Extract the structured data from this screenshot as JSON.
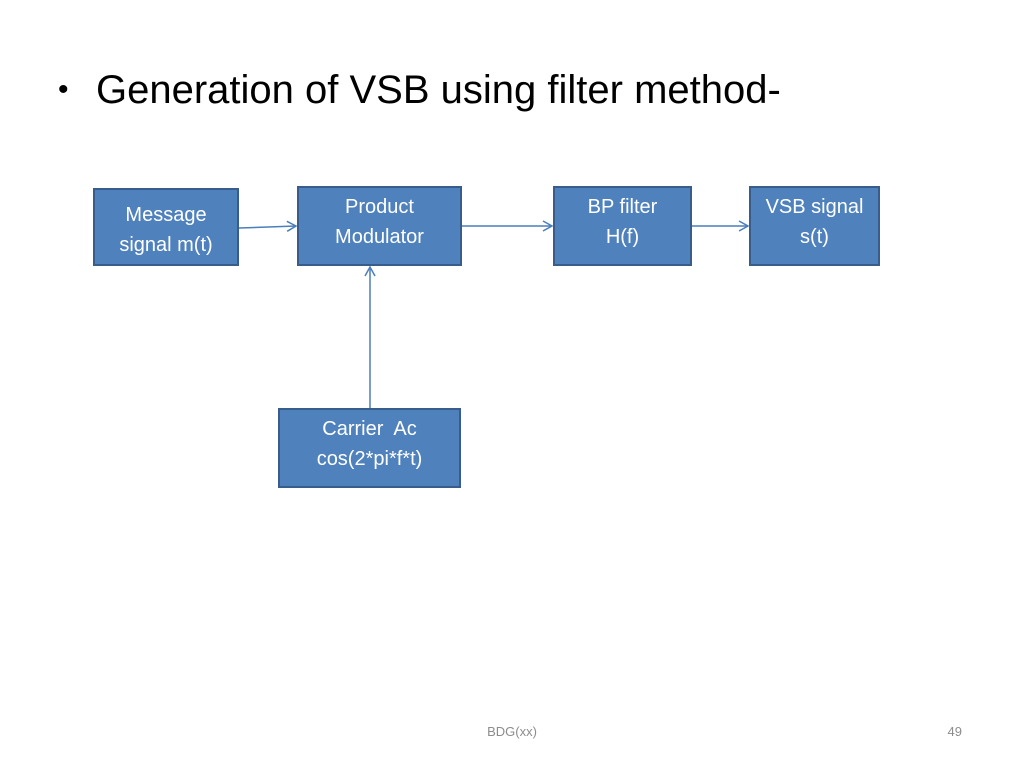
{
  "slide": {
    "bullet": "•",
    "title": "Generation of VSB using filter method-"
  },
  "diagram": {
    "message": {
      "line1": "Message",
      "line2": "signal m(t)"
    },
    "product": {
      "line1": "Product",
      "line2": "Modulator"
    },
    "bp_filter": {
      "line1": "BP filter",
      "line2": "H(f)"
    },
    "vsb": {
      "line1": "VSB signal",
      "line2": "s(t)"
    },
    "carrier": {
      "line1": "Carrier  Ac",
      "line2": "cos(2*pi*f*t)"
    }
  },
  "footer": {
    "center": "BDG(xx)",
    "page_number": "49"
  },
  "colors": {
    "box_fill": "#4f81bd",
    "box_border": "#385d8a",
    "arrow": "#4a7ebb"
  }
}
